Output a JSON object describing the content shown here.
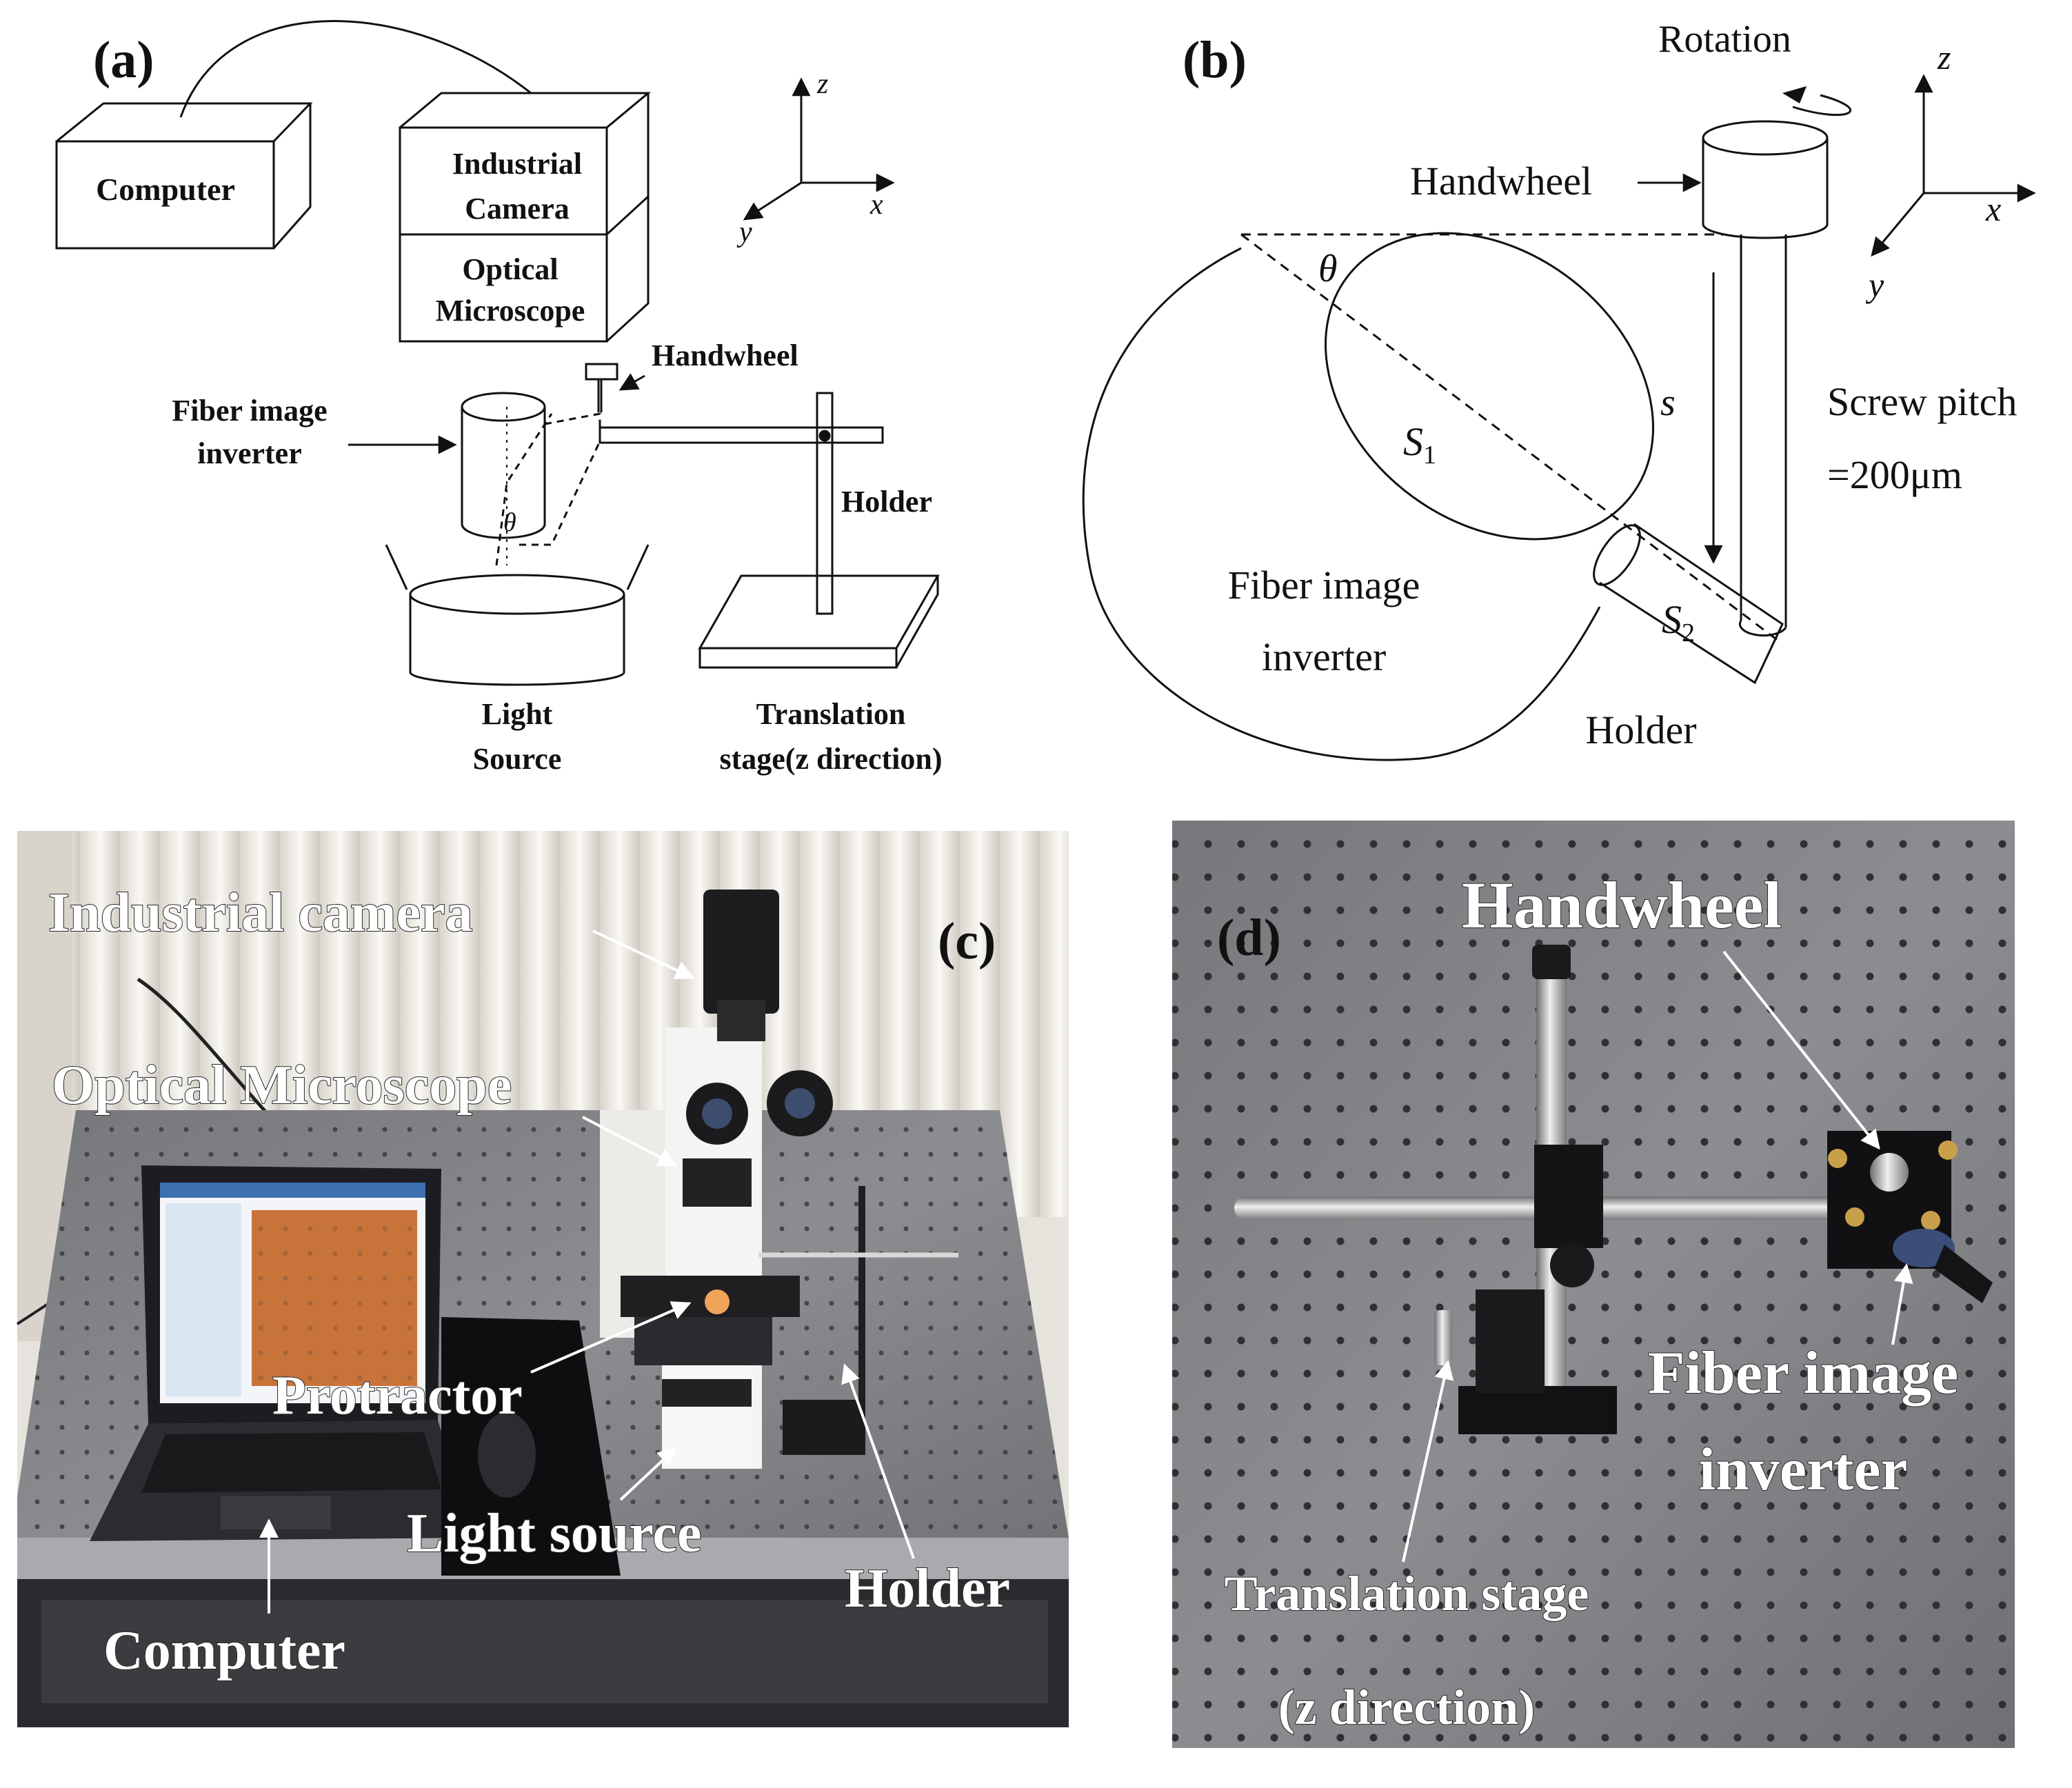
{
  "panels": {
    "a": {
      "letter": "(a)",
      "computer": "Computer",
      "camera_l1": "Industrial",
      "camera_l2": "Camera",
      "microscope_l1": "Optical",
      "microscope_l2": "Microscope",
      "handwheel": "Handwheel",
      "fiber_l1": "Fiber image",
      "fiber_l2": "inverter",
      "holder": "Holder",
      "light_l1": "Light",
      "light_l2": "Source",
      "stage_l1": "Translation",
      "stage_l2": "stage(z direction)",
      "theta": "θ",
      "axis_z": "z",
      "axis_x": "x",
      "axis_y": "y"
    },
    "b": {
      "letter": "(b)",
      "rotation": "Rotation",
      "handwheel": "Handwheel",
      "theta": "θ",
      "s": "s",
      "s1_base": "S",
      "s1_sub": "1",
      "s2_base": "S",
      "s2_sub": "2",
      "screw_l1": "Screw pitch",
      "screw_l2": "=200μm",
      "fiber_l1": "Fiber image",
      "fiber_l2": "inverter",
      "holder": "Holder",
      "axis_z": "z",
      "axis_x": "x",
      "axis_y": "y"
    },
    "c": {
      "letter": "(c)",
      "camera": "Industrial camera",
      "microscope": "Optical Microscope",
      "protractor": "Protractor",
      "light": "Light source",
      "holder": "Holder",
      "computer": "Computer"
    },
    "d": {
      "letter": "(d)",
      "handwheel": "Handwheel",
      "fiber_l1": "Fiber image",
      "fiber_l2": "inverter",
      "stage_l1": "Translation stage",
      "stage_l2": "(z direction)"
    }
  },
  "colors": {
    "line": "#111111",
    "wall": "#e9e6df",
    "table_top": "#8d8d8f",
    "plate": "#7e7f82"
  }
}
